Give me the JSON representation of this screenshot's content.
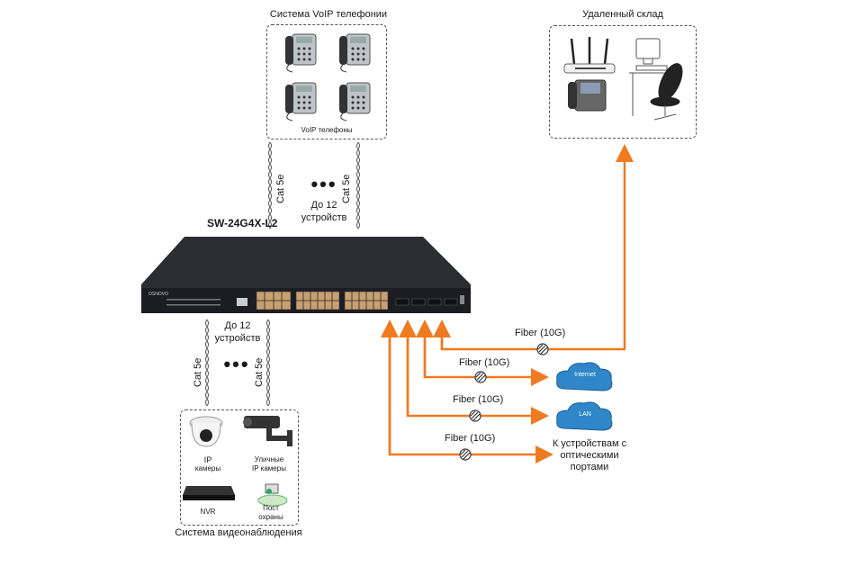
{
  "voip": {
    "title": "Система VoIP телефонии",
    "caption": "VoIP телефоны",
    "phone_count": 4
  },
  "remote": {
    "title": "Удаленный склад",
    "devices": [
      "router-icon",
      "ip-phone-icon",
      "workstation-icon"
    ]
  },
  "switch": {
    "model": "SW-24G4X-L2",
    "brand": "OSNOVO",
    "rj45_ports": 24,
    "sfp_ports": 4
  },
  "top_link": {
    "cable_left": "Cat 5e",
    "cable_right": "Cat 5e",
    "ellipsis": "•••",
    "count_line1": "До 12",
    "count_line2": "устройств"
  },
  "bottom_link": {
    "cable_left": "Cat 5e",
    "cable_right": "Cat 5e",
    "ellipsis": "•••",
    "count_line1": "До 12",
    "count_line2": "устройств"
  },
  "cctv": {
    "title": "Система видеонаблюдения",
    "items": [
      {
        "line1": "IP",
        "line2": "камеры"
      },
      {
        "line1": "Уличные",
        "line2": "IP камеры"
      },
      {
        "line1": "NVR",
        "line2": ""
      },
      {
        "line1": "Пост",
        "line2": "охраны"
      }
    ]
  },
  "fiber": {
    "links": [
      {
        "label": "Fiber (10G)",
        "target": "Удаленный склад"
      },
      {
        "label": "Fiber (10G)",
        "target": "Internet"
      },
      {
        "label": "Fiber (10G)",
        "target": "LAN"
      },
      {
        "label": "Fiber (10G)",
        "target": "К устройствам с оптическими портами"
      }
    ],
    "color": "#f07a20"
  },
  "clouds": {
    "internet": "Internet",
    "lan": "LAN"
  },
  "optical": {
    "line1": "К устройствам с",
    "line2": "оптическими",
    "line3": "портами"
  }
}
